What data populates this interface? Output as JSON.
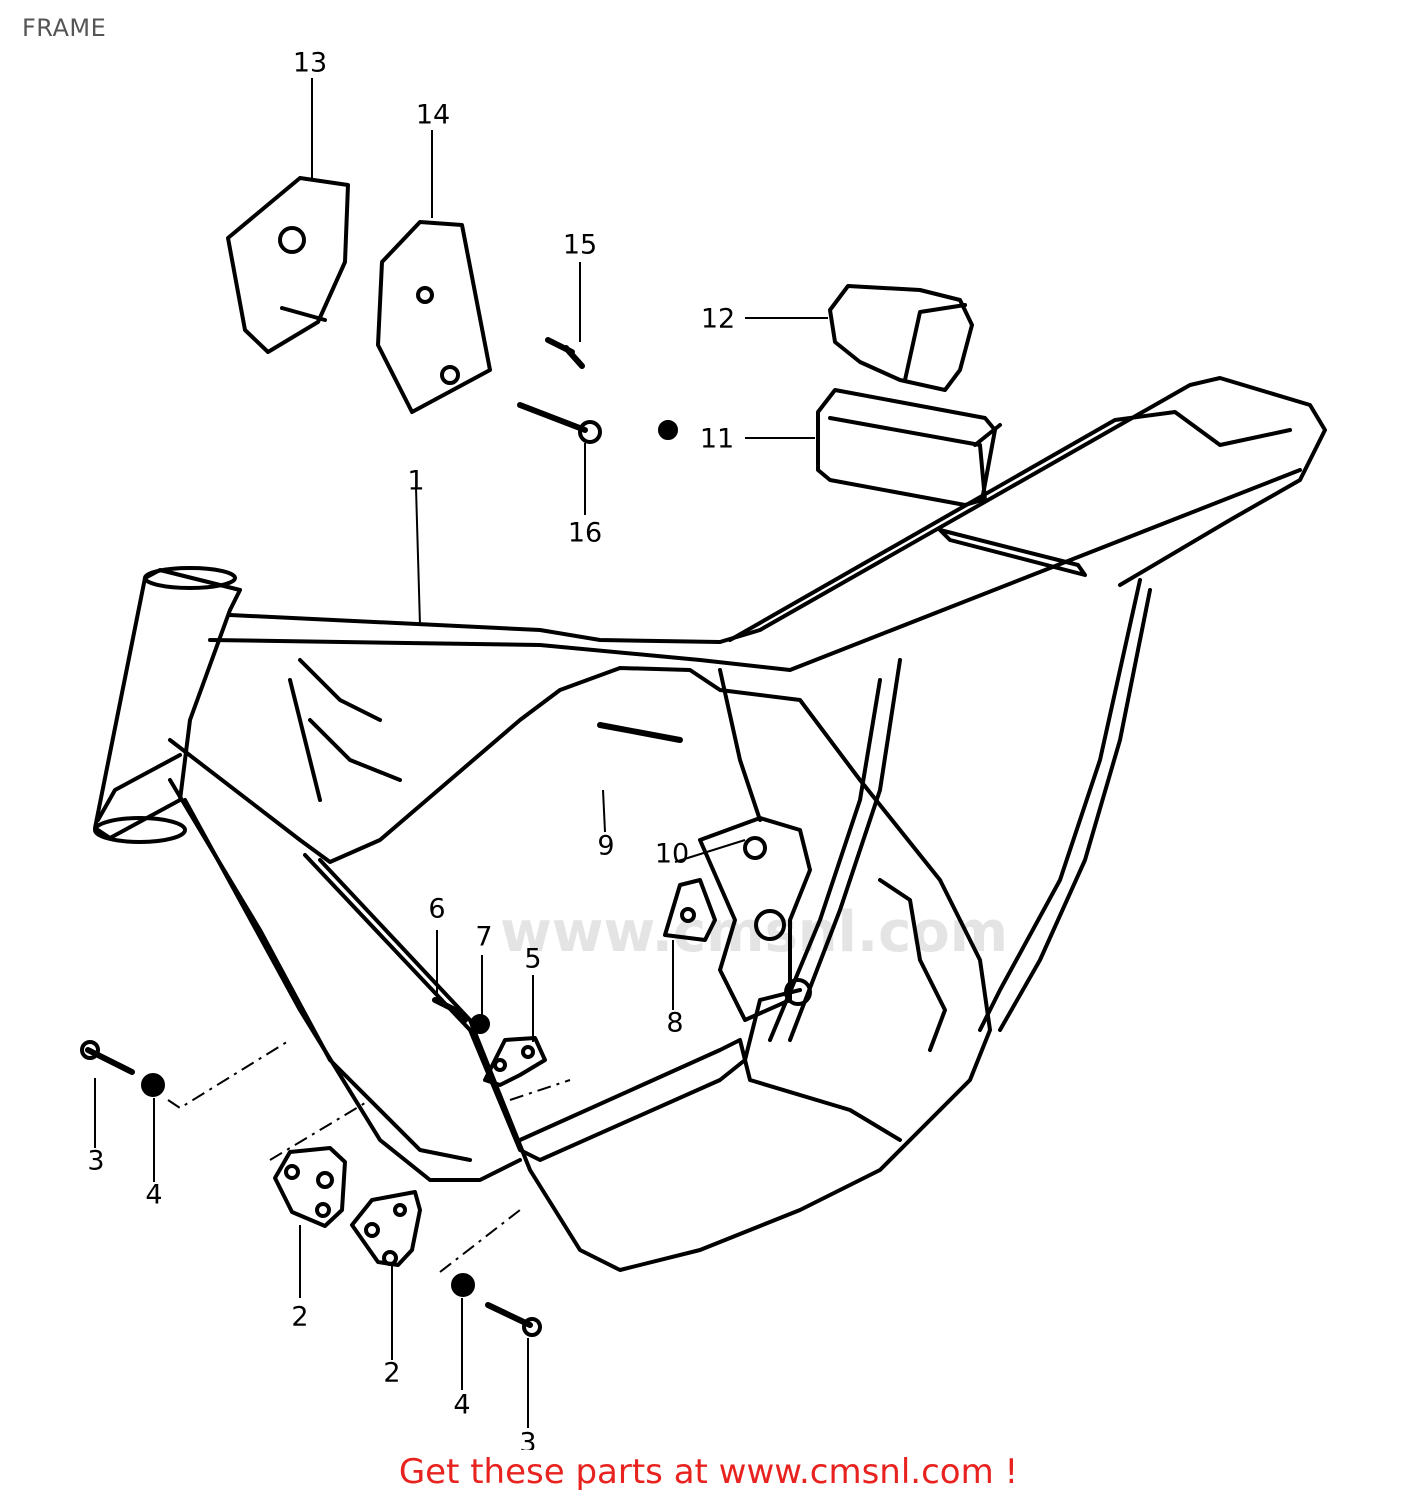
{
  "title": "FRAME",
  "watermark": "www.cmsnl.com",
  "footer": "Get these parts at www.cmsnl.com !",
  "labels": [
    {
      "id": "callout-13",
      "text": "13"
    },
    {
      "id": "callout-14",
      "text": "14"
    },
    {
      "id": "callout-15",
      "text": "15"
    },
    {
      "id": "callout-12",
      "text": "12"
    },
    {
      "id": "callout-11",
      "text": "11"
    },
    {
      "id": "callout-16",
      "text": "16"
    },
    {
      "id": "callout-1",
      "text": "1"
    },
    {
      "id": "callout-9",
      "text": "9"
    },
    {
      "id": "callout-10",
      "text": "10"
    },
    {
      "id": "callout-6",
      "text": "6"
    },
    {
      "id": "callout-7",
      "text": "7"
    },
    {
      "id": "callout-5",
      "text": "5"
    },
    {
      "id": "callout-8",
      "text": "8"
    },
    {
      "id": "callout-3a",
      "text": "3"
    },
    {
      "id": "callout-4a",
      "text": "4"
    },
    {
      "id": "callout-2a",
      "text": "2"
    },
    {
      "id": "callout-2b",
      "text": "2"
    },
    {
      "id": "callout-4b",
      "text": "4"
    },
    {
      "id": "callout-3b",
      "text": "3"
    }
  ],
  "colors": {
    "footer": "#e8231f",
    "line": "#000000",
    "watermark": "#e4e4e4"
  }
}
